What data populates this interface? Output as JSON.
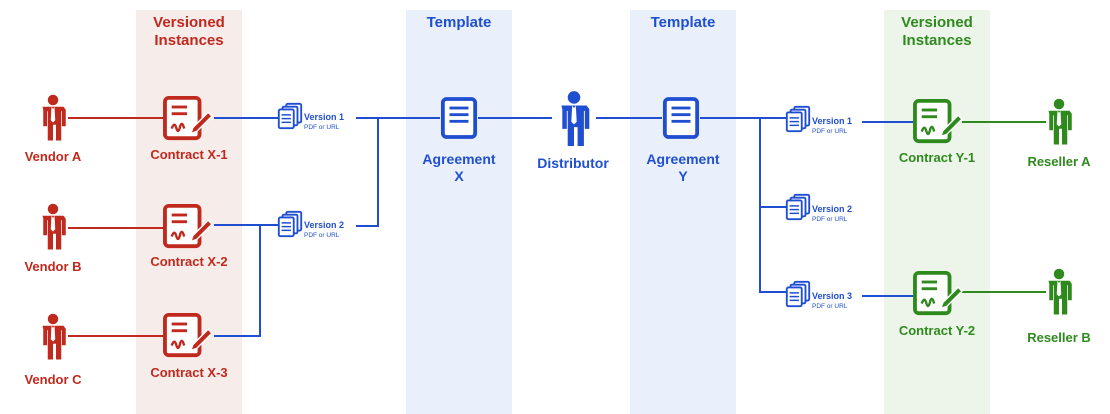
{
  "colors": {
    "vendor": "#c0291e",
    "blue": "#1f4fd0",
    "reseller": "#2f8a1e",
    "band_vendor": "#f6ece9",
    "band_template": "#eaf0fb",
    "band_reseller": "#edf5ea"
  },
  "bands": {
    "vendor_title": [
      "Versioned",
      "Instances"
    ],
    "template_x_title": "Template",
    "template_y_title": "Template",
    "reseller_title": [
      "Versioned",
      "Instances"
    ]
  },
  "vendors": [
    {
      "label": "Vendor A",
      "icon": "person-icon"
    },
    {
      "label": "Vendor B",
      "icon": "person-icon"
    },
    {
      "label": "Vendor C",
      "icon": "person-icon"
    }
  ],
  "contracts_x": [
    {
      "label": "Contract X-1",
      "icon": "signed-document-icon"
    },
    {
      "label": "Contract X-2",
      "icon": "signed-document-icon"
    },
    {
      "label": "Contract X-3",
      "icon": "signed-document-icon"
    }
  ],
  "versions_x": [
    {
      "label": "Version 1",
      "sub": "PDF or URL",
      "icon": "stacked-documents-icon"
    },
    {
      "label": "Version 2",
      "sub": "PDF or URL",
      "icon": "stacked-documents-icon"
    }
  ],
  "agreement_x": {
    "label": [
      "Agreement",
      "X"
    ],
    "icon": "document-icon"
  },
  "distributor": {
    "label": "Distributor",
    "icon": "person-icon"
  },
  "agreement_y": {
    "label": [
      "Agreement",
      "Y"
    ],
    "icon": "document-icon"
  },
  "versions_y": [
    {
      "label": "Version 1",
      "sub": "PDF or URL",
      "icon": "stacked-documents-icon"
    },
    {
      "label": "Version 2",
      "sub": "PDF or URL",
      "icon": "stacked-documents-icon"
    },
    {
      "label": "Version 3",
      "sub": "PDF or URL",
      "icon": "stacked-documents-icon"
    }
  ],
  "contracts_y": [
    {
      "label": "Contract Y-1",
      "icon": "signed-document-icon"
    },
    {
      "label": "Contract Y-2",
      "icon": "signed-document-icon"
    }
  ],
  "resellers": [
    {
      "label": "Reseller A",
      "icon": "person-icon"
    },
    {
      "label": "Reseller B",
      "icon": "person-icon"
    }
  ]
}
